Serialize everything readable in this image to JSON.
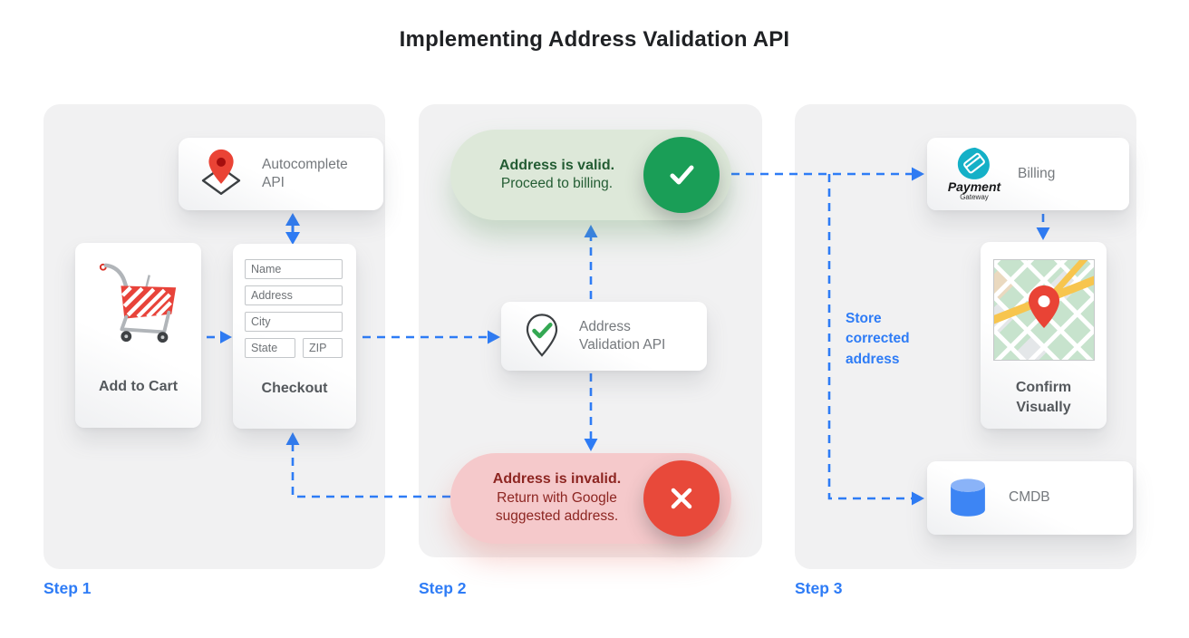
{
  "title": "Implementing Address Validation API",
  "colors": {
    "accent_blue": "#2e7cf6",
    "panel_bg": "#f1f1f2",
    "valid_pill_bg": "#dde8d9",
    "valid_text": "#235c33",
    "valid_circle": "#1a9e57",
    "invalid_pill_bg": "#f5c9cb",
    "invalid_text": "#8d2622",
    "invalid_circle": "#e8493a",
    "pin_red": "#ea4335",
    "db_blue": "#3d85f4",
    "gateway_teal": "#14b0c7"
  },
  "steps": {
    "step1": {
      "label": "Step 1",
      "autocomplete_card": {
        "title": "Autocomplete API"
      },
      "cart_card": {
        "label": "Add to Cart"
      },
      "checkout_card": {
        "label": "Checkout",
        "fields": {
          "name": "Name",
          "address": "Address",
          "city": "City",
          "state": "State",
          "zip": "ZIP"
        }
      }
    },
    "step2": {
      "label": "Step 2",
      "valid_banner": {
        "headline": "Address is valid.",
        "subline": "Proceed to billing."
      },
      "validation_card": {
        "title": "Address Validation API"
      },
      "invalid_banner": {
        "headline": "Address is invalid.",
        "subline": "Return with Google suggested address."
      }
    },
    "step3": {
      "label": "Step 3",
      "billing_card": {
        "title": "Billing",
        "logo_primary": "Payment",
        "logo_secondary": "Gateway"
      },
      "confirm_card": {
        "label": "Confirm Visually"
      },
      "cmdb_card": {
        "title": "CMDB"
      },
      "annotation": "Store corrected address"
    }
  }
}
